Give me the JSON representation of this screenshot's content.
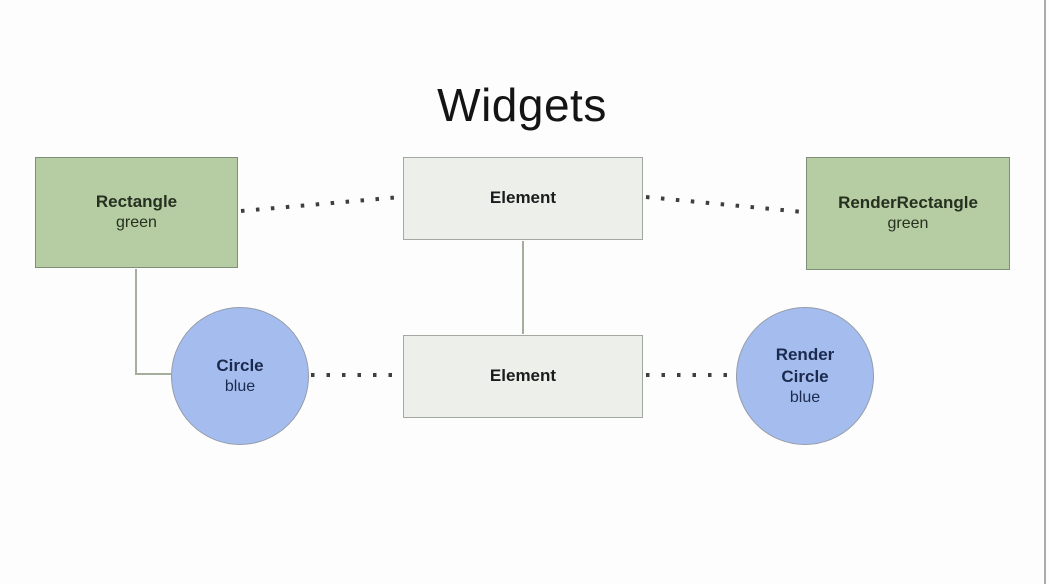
{
  "title": "Widgets",
  "nodes": {
    "rectangle": {
      "label": "Rectangle",
      "sub": "green"
    },
    "element_top": {
      "label": "Element"
    },
    "render_rectangle": {
      "label": "RenderRectangle",
      "sub": "green"
    },
    "circle": {
      "label": "Circle",
      "sub": "blue"
    },
    "element_bottom": {
      "label": "Element"
    },
    "render_circle": {
      "label": "Render Circle",
      "sub": "blue"
    }
  },
  "colors": {
    "green_fill": "#b6cda4",
    "green_border": "#7f8e77",
    "green_text": "#25301f",
    "blue_fill": "#a4bdee",
    "blue_border": "#959caa",
    "blue_text": "#1b2a4d",
    "element_fill": "#edefeb",
    "element_border": "#a3a9a0",
    "element_text": "#1c1c1c",
    "connector": "#a5ad9d",
    "dot": "#3f3f3f",
    "frame_line": "#a9ada9",
    "page_bg": "#fdfdfd",
    "title_text": "#141414"
  }
}
